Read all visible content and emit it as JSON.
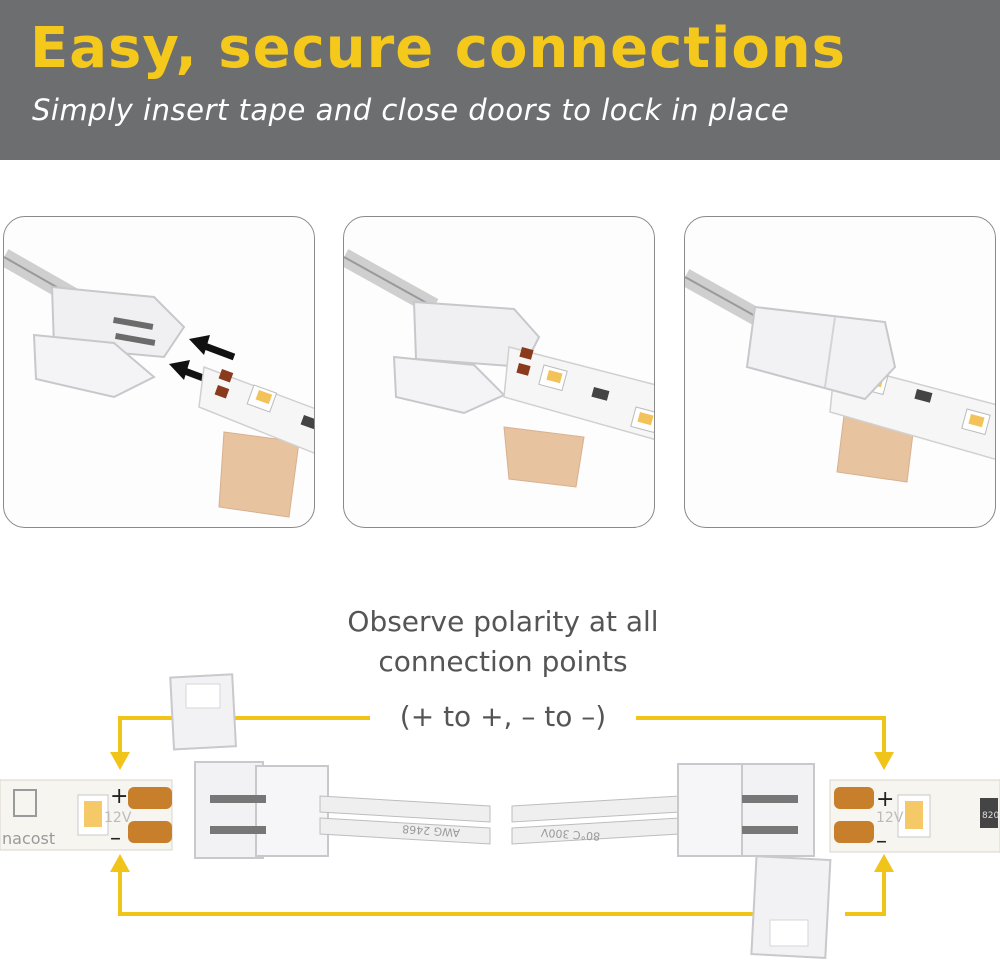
{
  "banner": {
    "title": "Easy, secure connections",
    "subtitle": "Simply insert tape and close doors to lock in place",
    "background": "#6d6e70",
    "title_color": "#f5c81c"
  },
  "steps": [
    {
      "step": "insert-tape",
      "arrows": 2
    },
    {
      "step": "tape-inserted"
    },
    {
      "step": "doors-closed"
    }
  ],
  "polarity": {
    "line1": "Observe polarity at all",
    "line2": "connection points",
    "line3": "(+ to +, – to –)",
    "left_plus": "+",
    "left_minus": "–",
    "right_plus": "+",
    "right_minus": "–",
    "left_tape_brand": "nacost",
    "right_tape_voltage": "12V",
    "left_tape_voltage": "12V",
    "wire_text_left": "AWG 2468",
    "wire_text_right": "80°C 300V",
    "resistor_text": "820",
    "line_color": "#f0c419"
  }
}
